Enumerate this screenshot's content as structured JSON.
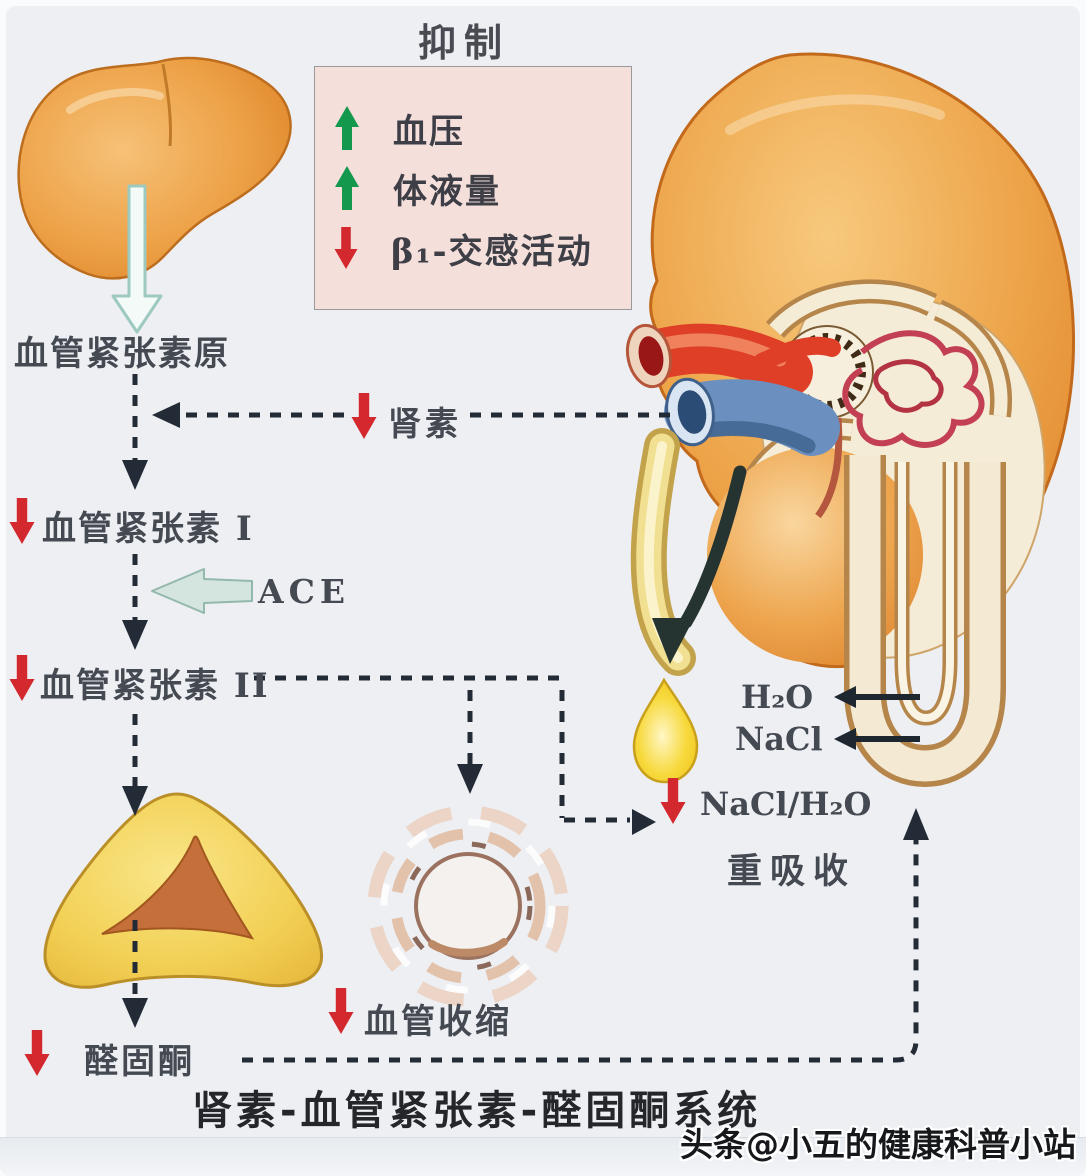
{
  "header": {
    "inhibition_title": "抑制"
  },
  "inhibition_box": {
    "items": [
      {
        "direction": "up",
        "label": "血压"
      },
      {
        "direction": "up",
        "label": "体液量"
      },
      {
        "direction": "down",
        "label": "β₁-交感活动"
      }
    ]
  },
  "pathway": {
    "angiotensinogen": "血管紧张素原",
    "renin": "肾素",
    "angiotensin_i": "血管紧张素 I",
    "ace": "ACE",
    "angiotensin_ii": "血管紧张素 II",
    "aldosterone": "醛固酮",
    "vasoconstriction": "血管收缩"
  },
  "kidney": {
    "h2o": "H₂O",
    "nacl": "NaCl",
    "nacl_h2o": "NaCl/H₂O",
    "reabsorption": "重吸收"
  },
  "footer": {
    "title": "肾素-血管紧张素-醛固酮系统",
    "watermark": "头条@小五的健康科普小站"
  },
  "colors": {
    "background": "#edeff3",
    "inhibition_box_bg": "#f4dfdb",
    "increase_arrow": "#14984e",
    "decrease_arrow": "#d2282e",
    "flow_line": "#232b36",
    "liver_orange": "#e8973e",
    "kidney_orange": "#e8923c",
    "adrenal_yellow": "#f3d45c",
    "urine_yellow": "#f2c81e"
  }
}
